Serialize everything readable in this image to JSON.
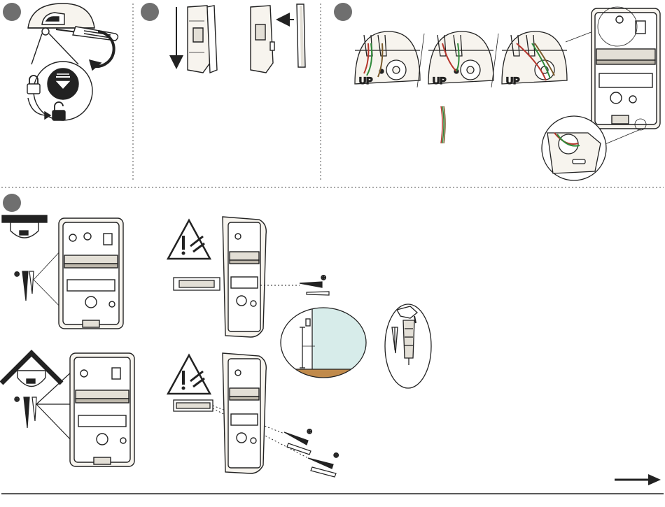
{
  "steps": [
    {
      "id": "step-1",
      "label": ""
    },
    {
      "id": "step-2",
      "label": ""
    },
    {
      "id": "step-3",
      "label": ""
    },
    {
      "id": "step-4",
      "label": ""
    }
  ],
  "board_labels": {
    "up": "UP"
  },
  "icons": {
    "lock": "padlock-closed-icon",
    "unlock": "padlock-open-icon",
    "rotate": "rotate-arrow-icon",
    "warning": "warning-triangle-icon",
    "screw": "screw-icon",
    "wall_plug": "wall-plug-icon",
    "drill": "drill-icon",
    "next": "next-page-arrow-icon"
  },
  "colors": {
    "step_circle": "#6f6f6f",
    "line": "#222222",
    "wall_fill": "#d7ecea",
    "floor_fill": "#c08a4b",
    "device_fill": "#f7f4ee",
    "wire_red": "#b5352b",
    "wire_green": "#2f8a3a",
    "wire_brown": "#7a5a2a"
  }
}
